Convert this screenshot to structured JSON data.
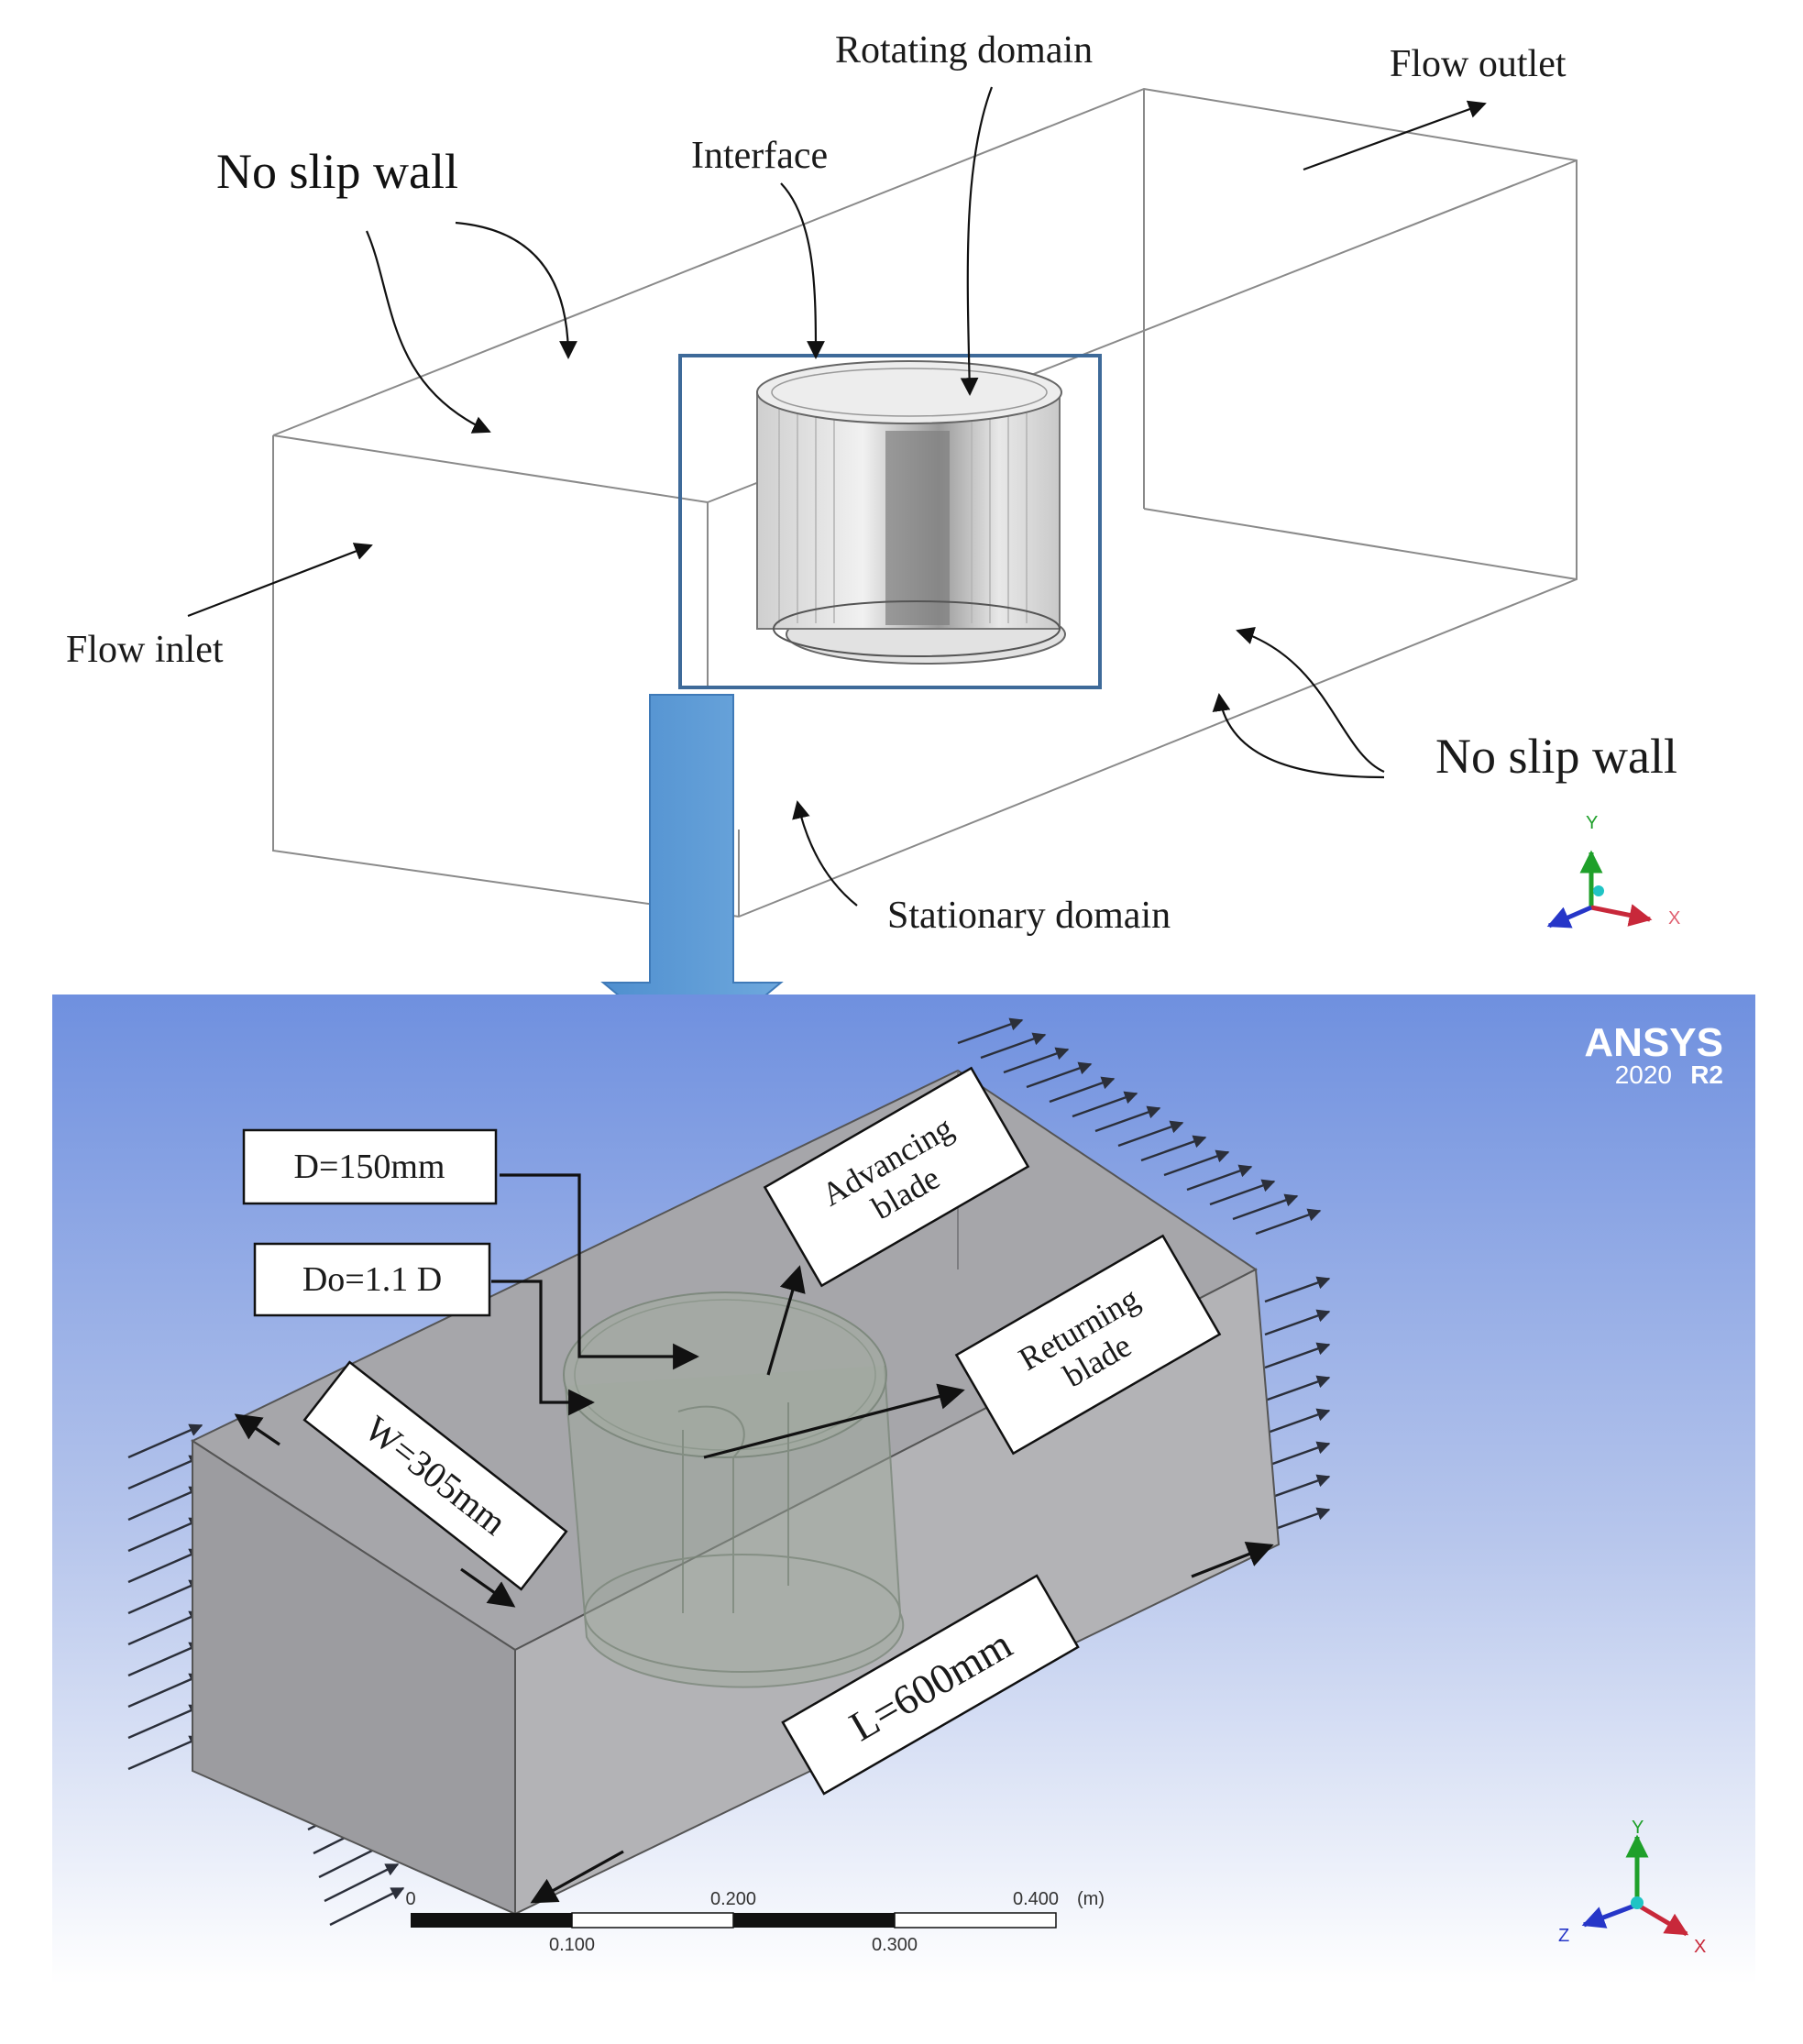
{
  "top_figure": {
    "labels": {
      "rotating_domain": "Rotating domain",
      "flow_outlet": "Flow outlet",
      "no_slip_wall_top": "No slip wall",
      "interface": "Interface",
      "flow_inlet": "Flow inlet",
      "no_slip_wall_right": "No slip wall",
      "stationary_domain": "Stationary domain"
    },
    "axes": {
      "y": "Y",
      "x": "X"
    },
    "colors": {
      "frame": "#3e6a99",
      "big_arrow": "#5b9bd5",
      "axis_y": "#1fa02a",
      "axis_x": "#c8283a",
      "axis_z": "#2636c8"
    }
  },
  "bottom_figure": {
    "brand": {
      "name": "ANSYS",
      "version_year": "2020",
      "version_rel": "R2"
    },
    "labels": {
      "diameter": "D=150mm",
      "outer_diameter": "Do=1.1 D",
      "advancing_line1": "Advancing",
      "advancing_line2": "blade",
      "returning_line1": "Returning",
      "returning_line2": "blade",
      "width": "W=305mm",
      "length": "L=600mm"
    },
    "scale_bar": {
      "unit": "(m)",
      "top_ticks": [
        "0",
        "0.200",
        "0.400"
      ],
      "bottom_ticks": [
        "0.100",
        "0.300"
      ]
    },
    "axes": {
      "y": "Y",
      "x": "X",
      "z": "Z"
    },
    "colors": {
      "bg_top": "#6f90df",
      "bg_bottom": "#ffffff",
      "box": "#a9a9ad"
    }
  }
}
